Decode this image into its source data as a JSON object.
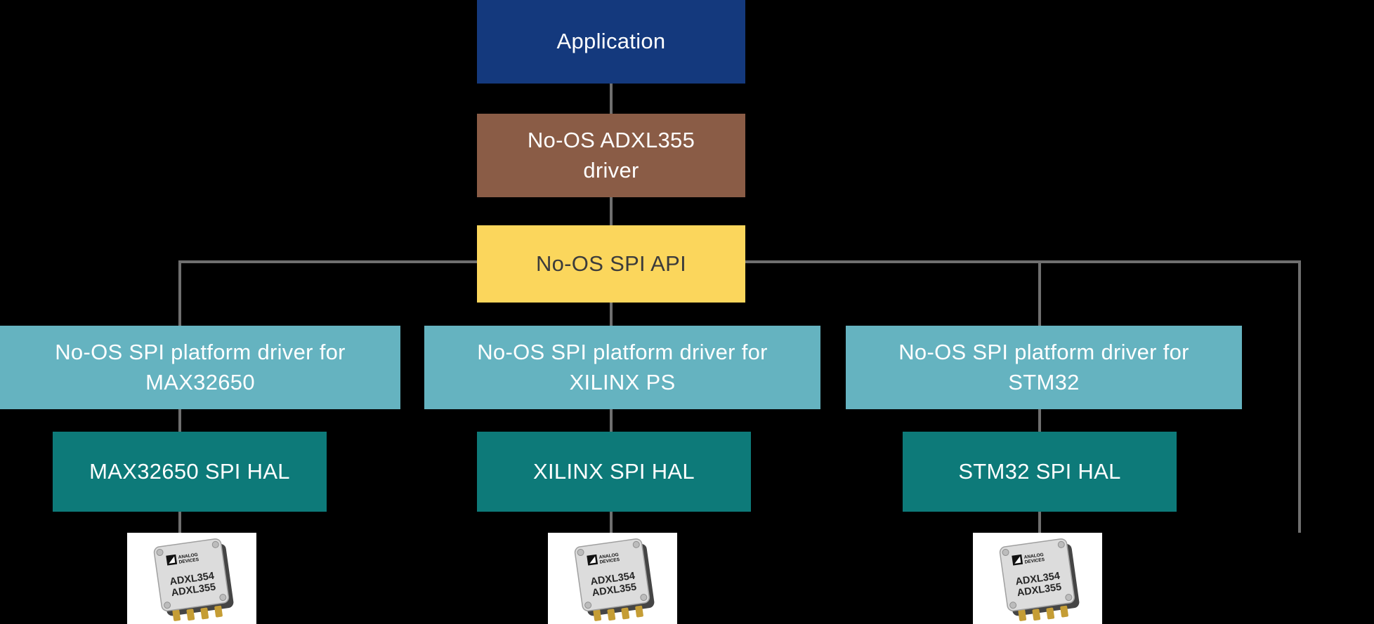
{
  "diagram": {
    "application": {
      "label": "Application"
    },
    "adxl_driver": {
      "label": "No-OS ADXL355 driver"
    },
    "spi_api": {
      "label": "No-OS SPI API"
    },
    "platforms": [
      {
        "platform_driver_label": "No-OS SPI platform driver for MAX32650",
        "hal_label": "MAX32650 SPI HAL",
        "chip": {
          "brand_top": "ANALOG",
          "brand_bottom": "DEVICES",
          "part_top": "ADXL354",
          "part_bottom": "ADXL355"
        }
      },
      {
        "platform_driver_label": "No-OS SPI platform driver for XILINX PS",
        "hal_label": "XILINX SPI HAL",
        "chip": {
          "brand_top": "ANALOG",
          "brand_bottom": "DEVICES",
          "part_top": "ADXL354",
          "part_bottom": "ADXL355"
        }
      },
      {
        "platform_driver_label": "No-OS SPI platform driver for STM32",
        "hal_label": "STM32 SPI HAL",
        "chip": {
          "brand_top": "ANALOG",
          "brand_bottom": "DEVICES",
          "part_top": "ADXL354",
          "part_bottom": "ADXL355"
        }
      }
    ],
    "colors": {
      "background": "#000000",
      "application_box": "#14397d",
      "driver_box": "#8a5c46",
      "api_box": "#fbd65c",
      "platform_box": "#65b3c0",
      "hal_box": "#0d7a79",
      "connector": "#6f6f6f",
      "api_text": "#3b3b3b",
      "box_text": "#ffffff"
    }
  }
}
